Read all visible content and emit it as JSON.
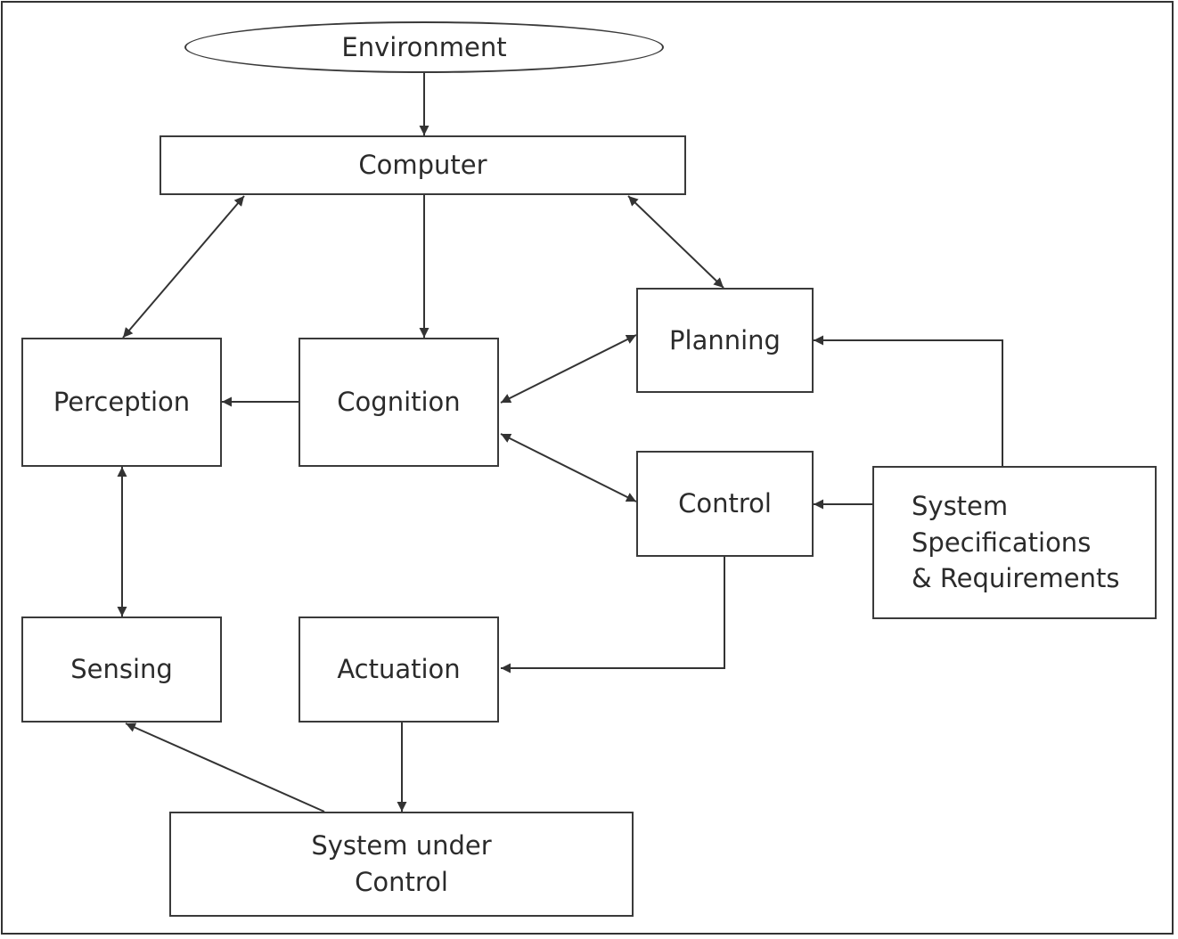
{
  "nodes": {
    "environment": "Environment",
    "computer": "Computer",
    "perception": "Perception",
    "cognition": "Cognition",
    "planning": "Planning",
    "control": "Control",
    "system_specs": "System\nSpecifications\n& Requirements",
    "sensing": "Sensing",
    "actuation": "Actuation",
    "system_under_control": "System under\nControl"
  },
  "edges": [
    {
      "from": "environment",
      "to": "computer",
      "direction": "forward"
    },
    {
      "from": "computer",
      "to": "cognition",
      "direction": "forward"
    },
    {
      "from": "computer",
      "to": "perception",
      "direction": "both"
    },
    {
      "from": "computer",
      "to": "planning",
      "direction": "both"
    },
    {
      "from": "cognition",
      "to": "perception",
      "direction": "forward"
    },
    {
      "from": "cognition",
      "to": "planning",
      "direction": "both"
    },
    {
      "from": "cognition",
      "to": "control",
      "direction": "both"
    },
    {
      "from": "system_specs",
      "to": "planning",
      "direction": "forward"
    },
    {
      "from": "system_specs",
      "to": "control",
      "direction": "forward"
    },
    {
      "from": "control",
      "to": "actuation",
      "direction": "forward"
    },
    {
      "from": "perception",
      "to": "sensing",
      "direction": "both"
    },
    {
      "from": "actuation",
      "to": "system_under_control",
      "direction": "forward"
    },
    {
      "from": "system_under_control",
      "to": "sensing",
      "direction": "forward"
    }
  ],
  "colors": {
    "line": "#333333",
    "text": "#2b2b2b",
    "background": "#ffffff"
  }
}
